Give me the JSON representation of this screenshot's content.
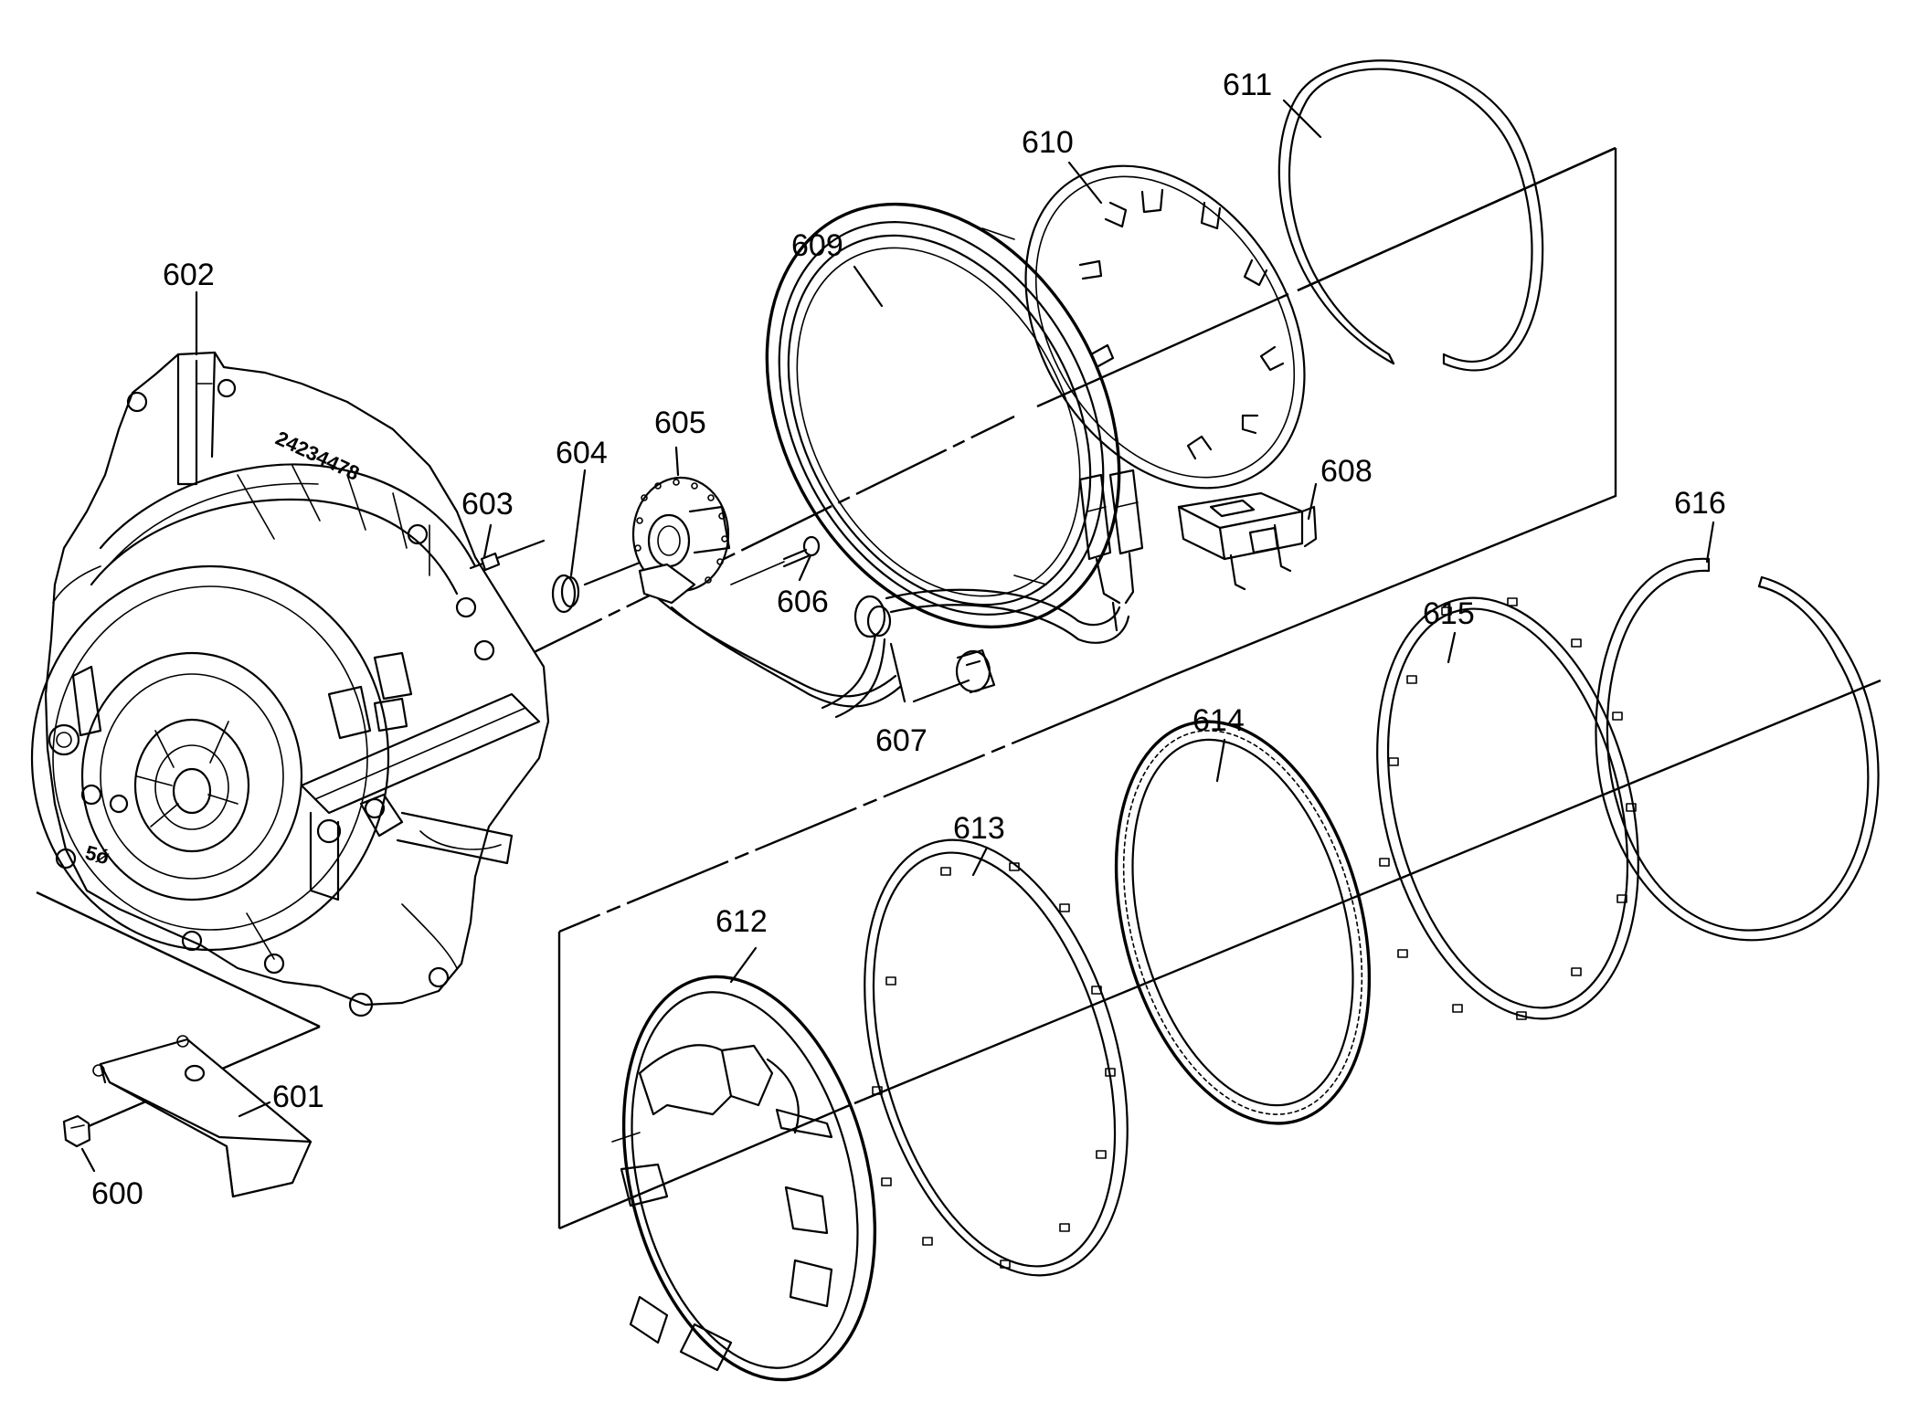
{
  "callouts": [
    {
      "id": "600",
      "label": "600"
    },
    {
      "id": "601",
      "label": "601"
    },
    {
      "id": "602",
      "label": "602"
    },
    {
      "id": "603",
      "label": "603"
    },
    {
      "id": "604",
      "label": "604"
    },
    {
      "id": "605",
      "label": "605"
    },
    {
      "id": "606",
      "label": "606"
    },
    {
      "id": "607",
      "label": "607"
    },
    {
      "id": "608",
      "label": "608"
    },
    {
      "id": "609",
      "label": "609"
    },
    {
      "id": "610",
      "label": "610"
    },
    {
      "id": "611",
      "label": "611"
    },
    {
      "id": "612",
      "label": "612"
    },
    {
      "id": "613",
      "label": "613"
    },
    {
      "id": "614",
      "label": "614"
    },
    {
      "id": "615",
      "label": "615"
    },
    {
      "id": "616",
      "label": "616"
    }
  ],
  "housing": {
    "casting_mark": "24234478",
    "casting_logo": "5ǿ"
  },
  "colors": {
    "line": "#000000",
    "background": "#ffffff"
  }
}
